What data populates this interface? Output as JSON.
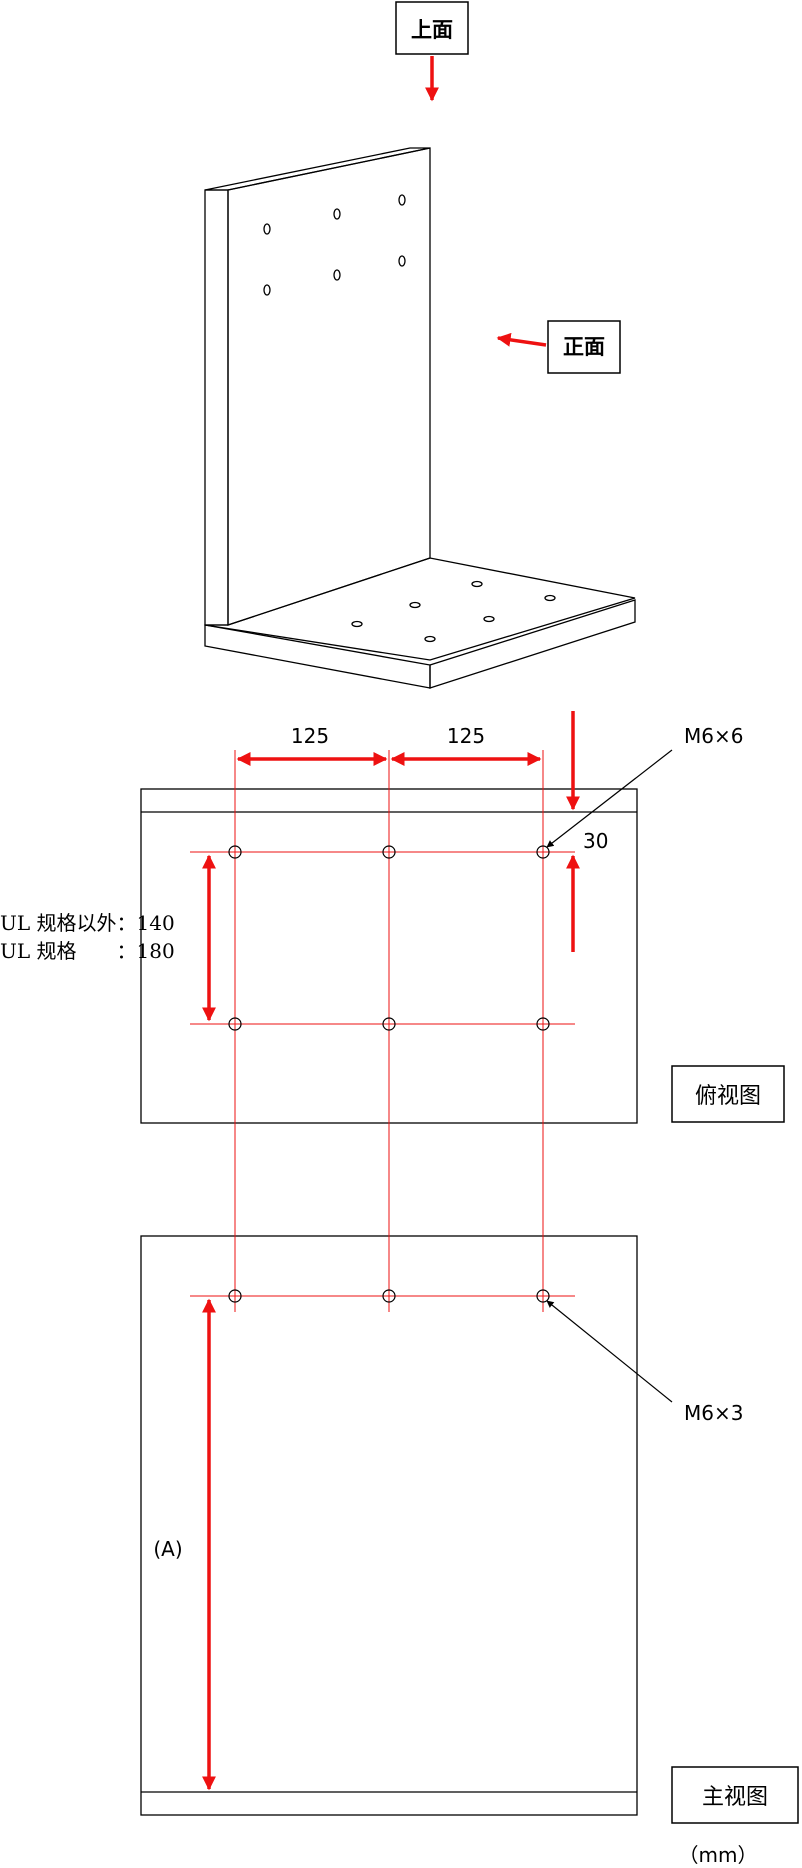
{
  "labels": {
    "top_direction": "上面",
    "front_direction": "正面",
    "top_view": "俯视图",
    "front_view": "主视图",
    "unit": "（mm）"
  },
  "dimensions": {
    "spacing_left": "125",
    "spacing_right": "125",
    "edge_offset": "30",
    "hole_spec_top": "M6×6",
    "hole_spec_front": "M6×3",
    "row_spacing_non_ul": "UL 规格以外：140",
    "row_spacing_ul": "UL 规格　　：180",
    "height_a": "(A)"
  },
  "colors": {
    "dimension": "#ee1111",
    "outline": "#000000"
  }
}
